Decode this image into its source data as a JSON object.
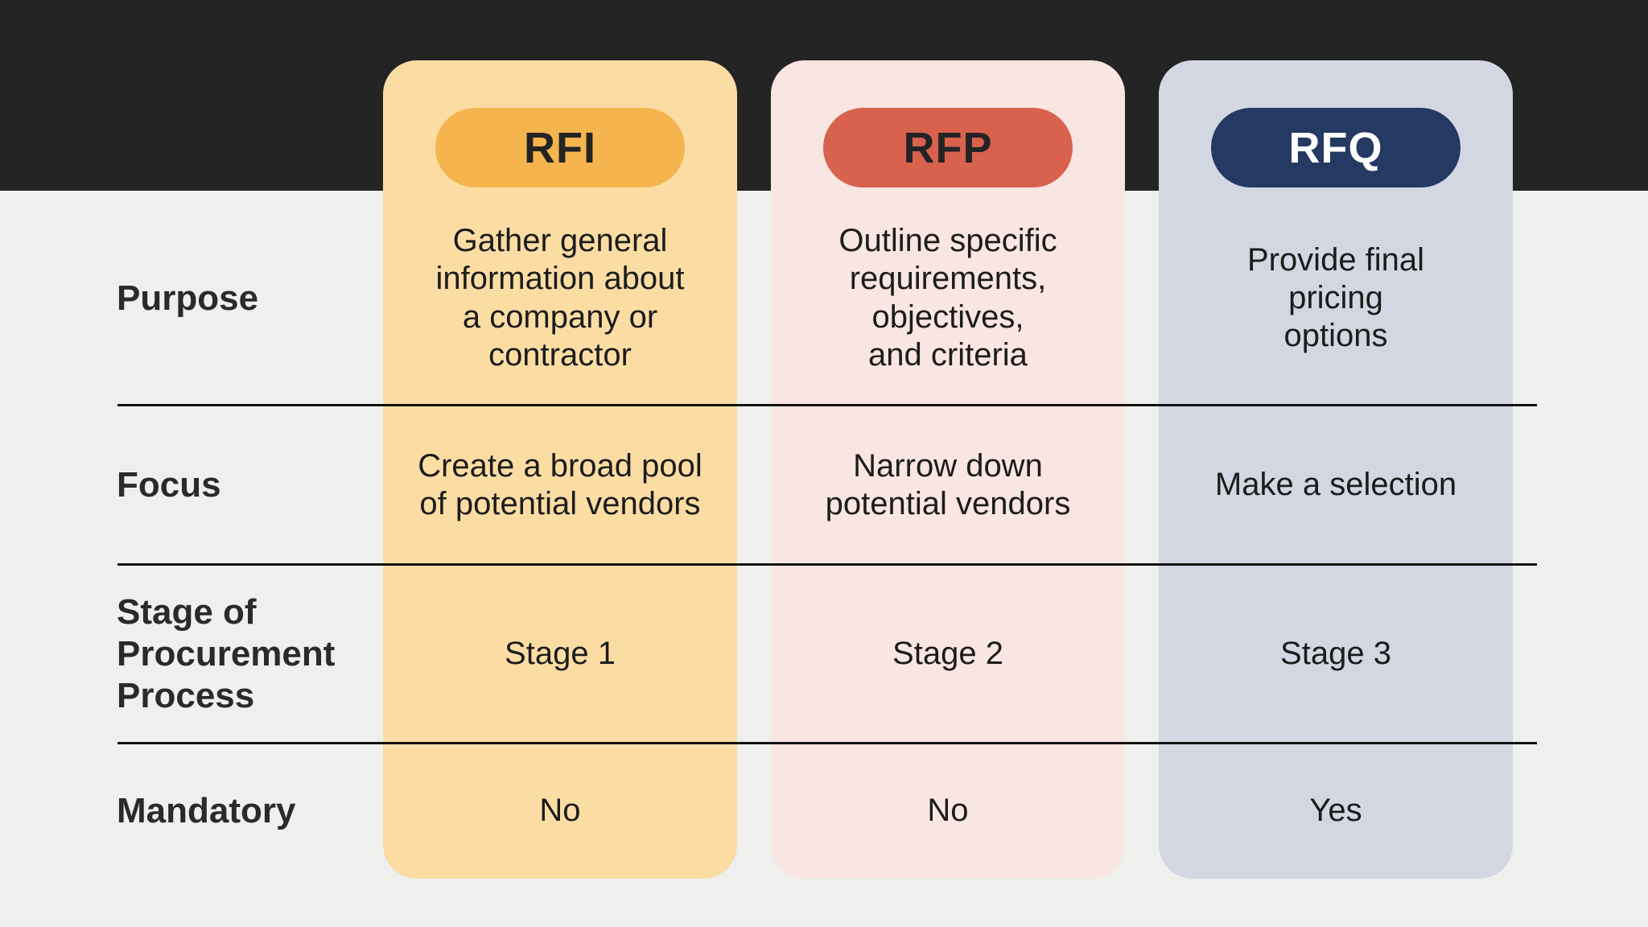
{
  "page": {
    "background": "#EFEFED",
    "band_background": "#242424",
    "divider_color": "#121212",
    "text_color": "#1C1C1C"
  },
  "row_labels": {
    "purpose": "Purpose",
    "focus": "Focus",
    "stage": "Stage of\nProcurement\nProcess",
    "mandatory": "Mandatory"
  },
  "columns": [
    {
      "id": "rfi",
      "pill_label": "RFI",
      "pill_bg": "#F5B44E",
      "pill_text": "#242424",
      "card_bg": "#FBDDA4",
      "cells": {
        "purpose": "Gather general\ninformation about\na company or\ncontractor",
        "focus": "Create a broad pool\nof potential vendors",
        "stage": "Stage 1",
        "mandatory": "No"
      }
    },
    {
      "id": "rfp",
      "pill_label": "RFP",
      "pill_bg": "#D8624E",
      "pill_text": "#242424",
      "card_bg": "#F9E5E1",
      "cells": {
        "purpose": "Outline specific\nrequirements,\nobjectives,\nand criteria",
        "focus": "Narrow down\npotential vendors",
        "stage": "Stage 2",
        "mandatory": "No"
      }
    },
    {
      "id": "rfq",
      "pill_label": "RFQ",
      "pill_bg": "#243A63",
      "pill_text": "#FFFFFF",
      "card_bg": "#D2D7E2",
      "cells": {
        "purpose": "Provide final\npricing\noptions",
        "focus": "Make a selection",
        "stage": "Stage 3",
        "mandatory": "Yes"
      }
    }
  ]
}
